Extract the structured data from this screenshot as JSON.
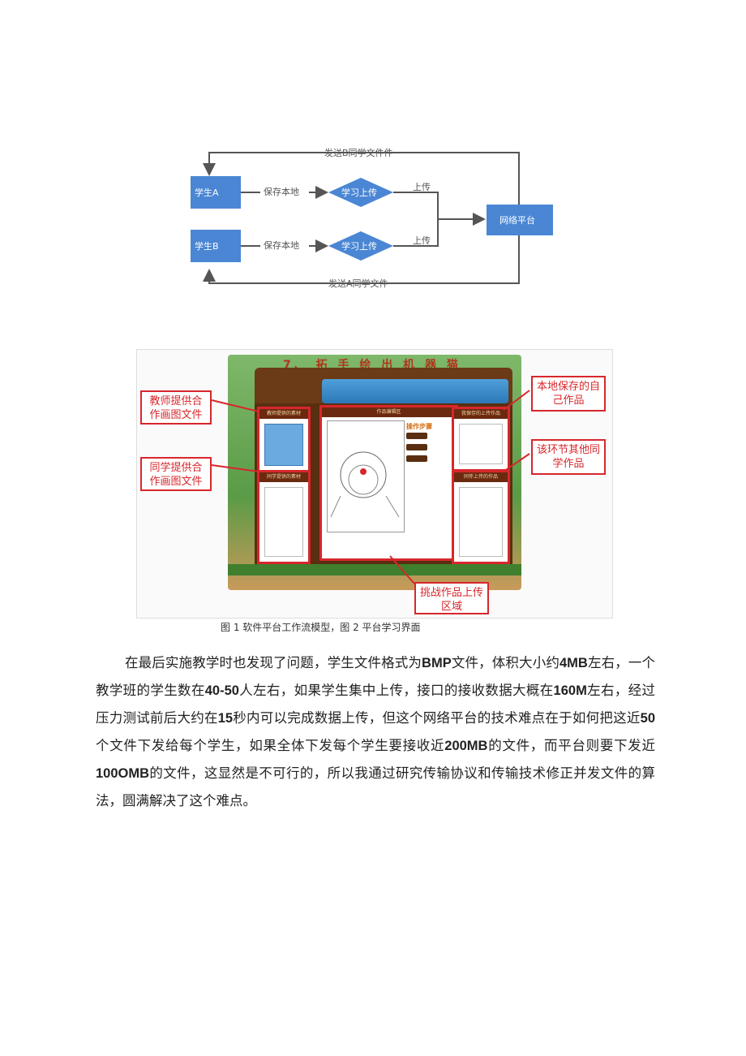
{
  "figure1": {
    "nodes": {
      "student_a": "学生A",
      "student_b": "学生B",
      "decision_a": "学习上传",
      "decision_b": "学习上传",
      "platform": "网络平台"
    },
    "edges": {
      "save_local_a": "保存本地",
      "save_local_b": "保存本地",
      "upload_a": "上传",
      "upload_b": "上传",
      "send_b_file": "发送B同学文件件",
      "send_a_file": "发送A同学文件"
    },
    "colors": {
      "node": "#4a86d4",
      "line": "#555555"
    }
  },
  "figure2": {
    "title": "7、 拓 手 绘 出 机 器 猫",
    "panels": {
      "teacher_head": "教师提供的素材",
      "classmate_head": "同学提供的素材",
      "work_head": "作品编辑区",
      "local_head": "我保存的上传作品",
      "others_head": "同伴上传的作品",
      "steps_title": "操作步骤"
    },
    "callouts": {
      "teacher": "教师提供合作画图文件",
      "classmate": "同学提供合作画图文件",
      "local": "本地保存的自己作品",
      "others": "该环节其他同学作品",
      "upload": "挑战作品上传区域"
    },
    "colors": {
      "callout": "#d7272c"
    }
  },
  "caption": "图 1 软件平台工作流模型，图 2 平台学习界面",
  "paragraph": {
    "s1": "在最后实施教学时也发现了问题，学生文件格式为",
    "b1": "BMP",
    "s2": "文件，体积大小约",
    "b2": "4MB",
    "s3": "左右，一个教学班的学生数在",
    "b3": "40-50",
    "s4": "人左右，如果学生集中上传，接口的接收数据大概在",
    "b4": "160M",
    "s5": "左右，经过压力测试前后大约在",
    "b5": "15",
    "s6": "秒内可以完成数据上传，但这个网络平台的技术难点在于如何把这近",
    "b6": "50",
    "s7": "个文件下发给每个学生，如果全体下发每个学生要接收近",
    "b7": "200MB",
    "s8": "的文件，而平台则要下发近",
    "b8": "100OMB",
    "s9": "的文件，这显然是不可行的，所以我通过研究传输协议和传输技术修正并发文件的算法，圆满解决了这个难点。"
  }
}
